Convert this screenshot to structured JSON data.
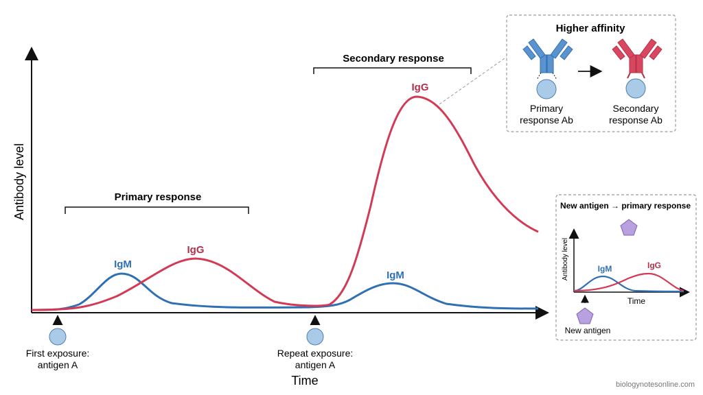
{
  "axes": {
    "ylabel": "Antibody level",
    "xlabel": "Time"
  },
  "curves": {
    "colors": {
      "igm": "#2f6fb3",
      "igg": "#d23a55"
    },
    "labels": {
      "igm_primary": "IgM",
      "igg_primary": "IgG",
      "igm_secondary": "IgM",
      "igg_secondary": "IgG"
    }
  },
  "brackets": {
    "primary": "Primary response",
    "secondary": "Secondary response"
  },
  "exposures": {
    "first": {
      "line1": "First exposure:",
      "line2": "antigen A"
    },
    "repeat": {
      "line1": "Repeat exposure:",
      "line2": "antigen A"
    },
    "antigen_color": "#a9cbe8"
  },
  "affinity_box": {
    "title": "Higher affinity",
    "left": {
      "line1": "Primary",
      "line2": "response Ab"
    },
    "right": {
      "line1": "Secondary",
      "line2": "response Ab"
    }
  },
  "new_antigen_box": {
    "title": "New antigen → primary response",
    "ylabel": "Antibody level",
    "xlabel": "Time",
    "igm": "IgM",
    "igg": "IgG",
    "caption": "New antigen",
    "antigen_color": "#b9a0de"
  },
  "watermark": "biologynotesonline.com"
}
